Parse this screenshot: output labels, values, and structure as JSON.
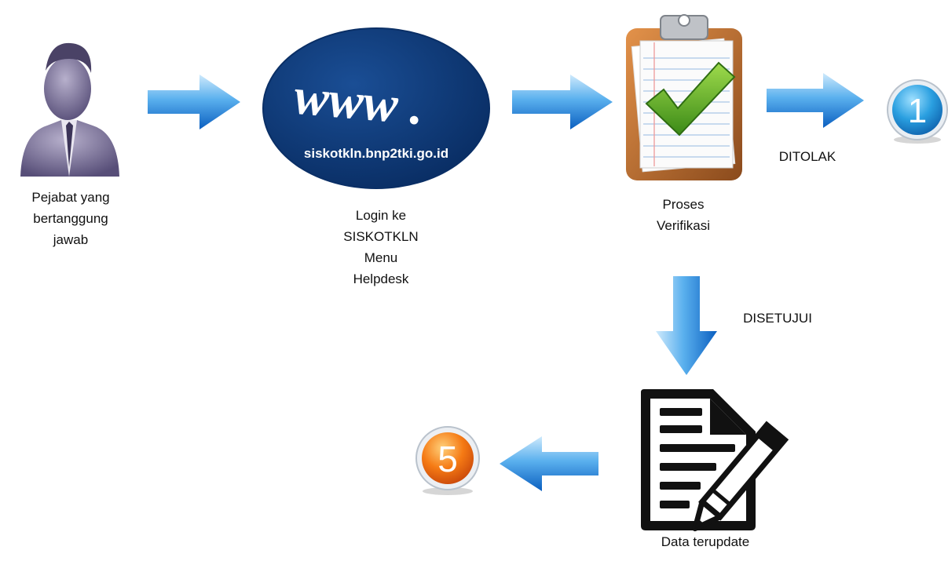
{
  "nodes": {
    "official": {
      "icon": "person-icon",
      "label_lines": [
        "Pejabat yang",
        "bertanggung",
        "jawab"
      ]
    },
    "website": {
      "icon": "www-globe-icon",
      "www_text": "www .",
      "url": "siskotkln.bnp2tki.go.id",
      "label_lines": [
        "Login ke",
        "SISKOTKLN",
        "Menu",
        "Helpdesk"
      ]
    },
    "verification": {
      "icon": "clipboard-check-icon",
      "label_lines": [
        "Proses",
        "Verifikasi"
      ]
    },
    "rejected_step": {
      "icon": "step-badge-icon",
      "number": "1",
      "color": "#2a9fe0"
    },
    "updated": {
      "icon": "document-pencil-icon",
      "label": "Data terupdate"
    },
    "approved_step": {
      "icon": "step-badge-icon",
      "number": "5",
      "color": "#f26a10"
    }
  },
  "edges": {
    "rejected_label": "DITOLAK",
    "approved_label": "DISETUJUI"
  },
  "colors": {
    "arrow_dark": "#0b63c4",
    "arrow_light": "#bfe3fb",
    "globe": "#0d3a7a"
  }
}
